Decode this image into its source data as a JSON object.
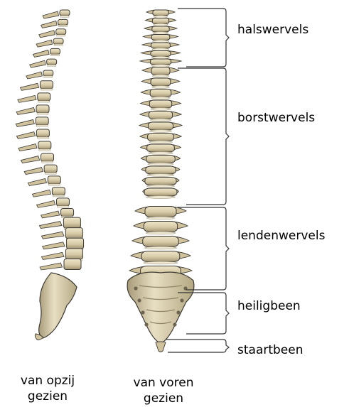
{
  "regions": {
    "cervical": "halswervels",
    "thoracic": "borstwervels",
    "lumbar": "lendenwervels",
    "sacrum": "heiligbeen",
    "coccyx": "staartbeen"
  },
  "views": {
    "side": {
      "line1": "van opzij",
      "line2": "gezien"
    },
    "front": {
      "line1": "van voren",
      "line2": "gezien"
    }
  },
  "colors": {
    "bone_light": "#e6dcc0",
    "bone_mid": "#cfc29d",
    "bone_dark": "#8f8466",
    "disc": "#efe9d6",
    "outline": "#3d3a33",
    "bracket": "#333333"
  }
}
